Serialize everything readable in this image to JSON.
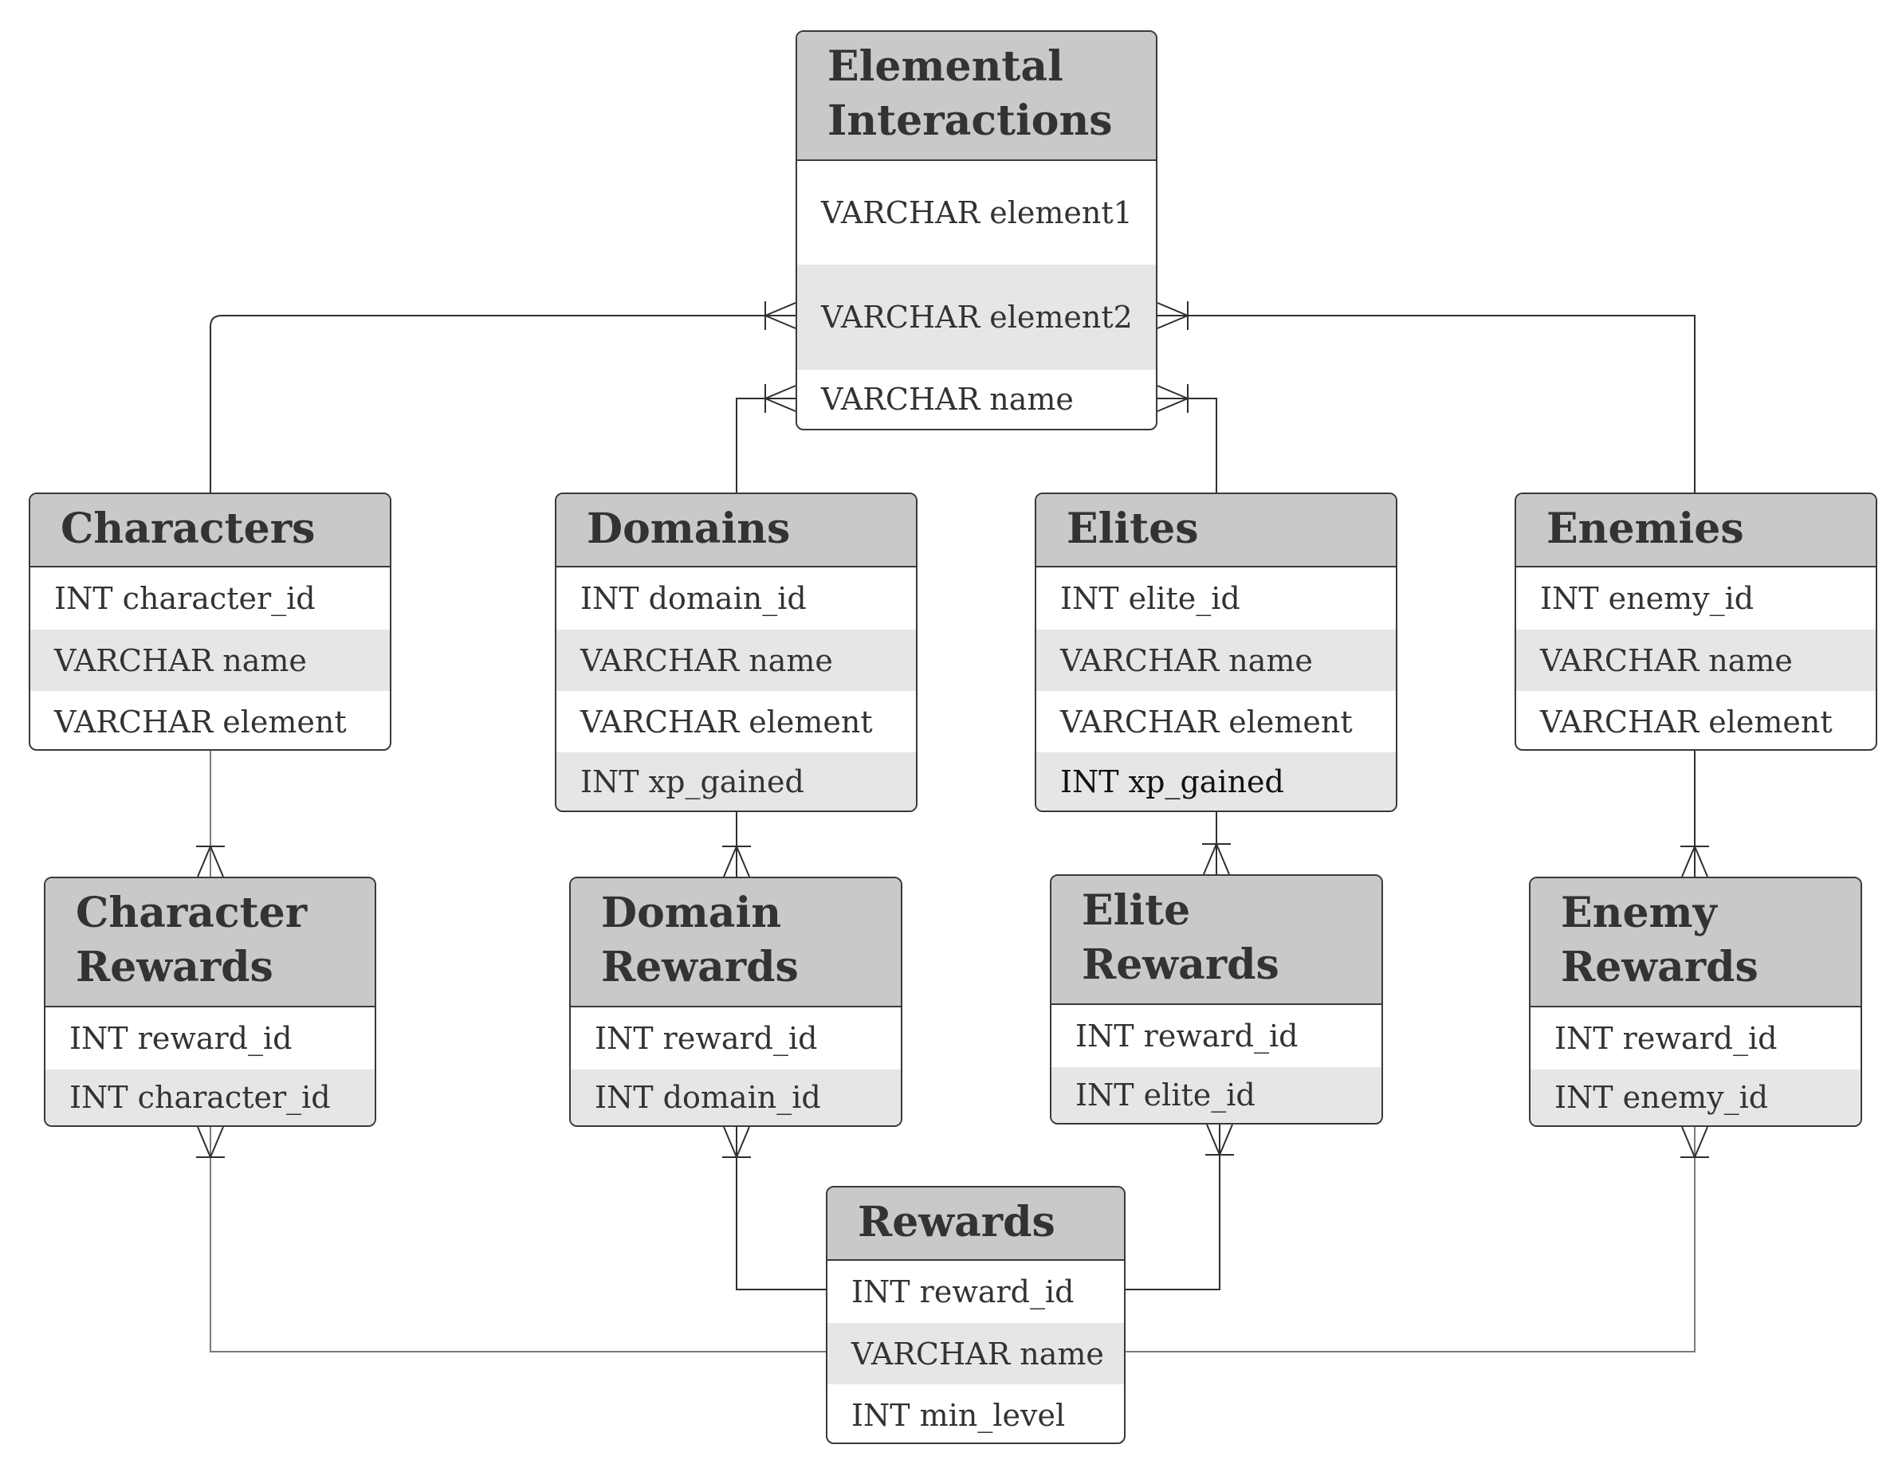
{
  "entities": {
    "elemental_interactions": {
      "title_lines": [
        "Elemental",
        "Interactions"
      ],
      "attributes": [
        "VARCHAR element1",
        "VARCHAR element2",
        "VARCHAR name"
      ]
    },
    "characters": {
      "title_lines": [
        "Characters"
      ],
      "attributes": [
        "INT character_id",
        "VARCHAR name",
        "VARCHAR element"
      ]
    },
    "domains": {
      "title_lines": [
        "Domains"
      ],
      "attributes": [
        "INT domain_id",
        "VARCHAR name",
        "VARCHAR element",
        "INT xp_gained"
      ]
    },
    "elites": {
      "title_lines": [
        "Elites"
      ],
      "attributes": [
        "INT elite_id",
        "VARCHAR name",
        "VARCHAR element",
        "INT xp_gained"
      ]
    },
    "enemies": {
      "title_lines": [
        "Enemies"
      ],
      "attributes": [
        "INT enemy_id",
        "VARCHAR name",
        "VARCHAR element"
      ]
    },
    "character_rewards": {
      "title_lines": [
        "Character",
        "Rewards"
      ],
      "attributes": [
        "INT reward_id",
        "INT character_id"
      ]
    },
    "domain_rewards": {
      "title_lines": [
        "Domain",
        "Rewards"
      ],
      "attributes": [
        "INT reward_id",
        "INT domain_id"
      ]
    },
    "elite_rewards": {
      "title_lines": [
        "Elite",
        "Rewards"
      ],
      "attributes": [
        "INT reward_id",
        "INT elite_id"
      ]
    },
    "enemy_rewards": {
      "title_lines": [
        "Enemy",
        "Rewards"
      ],
      "attributes": [
        "INT reward_id",
        "INT enemy_id"
      ]
    },
    "rewards": {
      "title_lines": [
        "Rewards"
      ],
      "attributes": [
        "INT reward_id",
        "VARCHAR name",
        "INT min_level"
      ]
    }
  },
  "relationships": [
    {
      "from": "characters",
      "to": "elemental_interactions",
      "to_cardinality": "one-or-many"
    },
    {
      "from": "domains",
      "to": "elemental_interactions",
      "to_cardinality": "one-or-many"
    },
    {
      "from": "elites",
      "to": "elemental_interactions",
      "to_cardinality": "one-or-many"
    },
    {
      "from": "enemies",
      "to": "elemental_interactions",
      "to_cardinality": "one-or-many"
    },
    {
      "from": "characters",
      "to": "character_rewards",
      "to_cardinality": "one-or-many"
    },
    {
      "from": "domains",
      "to": "domain_rewards",
      "to_cardinality": "one-or-many"
    },
    {
      "from": "elites",
      "to": "elite_rewards",
      "to_cardinality": "one-or-many"
    },
    {
      "from": "enemies",
      "to": "enemy_rewards",
      "to_cardinality": "one-or-many"
    },
    {
      "from": "rewards",
      "to": "character_rewards",
      "to_cardinality": "one-or-many"
    },
    {
      "from": "rewards",
      "to": "domain_rewards",
      "to_cardinality": "one-or-many"
    },
    {
      "from": "rewards",
      "to": "elite_rewards",
      "to_cardinality": "one-or-many"
    },
    {
      "from": "rewards",
      "to": "enemy_rewards",
      "to_cardinality": "one-or-many"
    }
  ]
}
